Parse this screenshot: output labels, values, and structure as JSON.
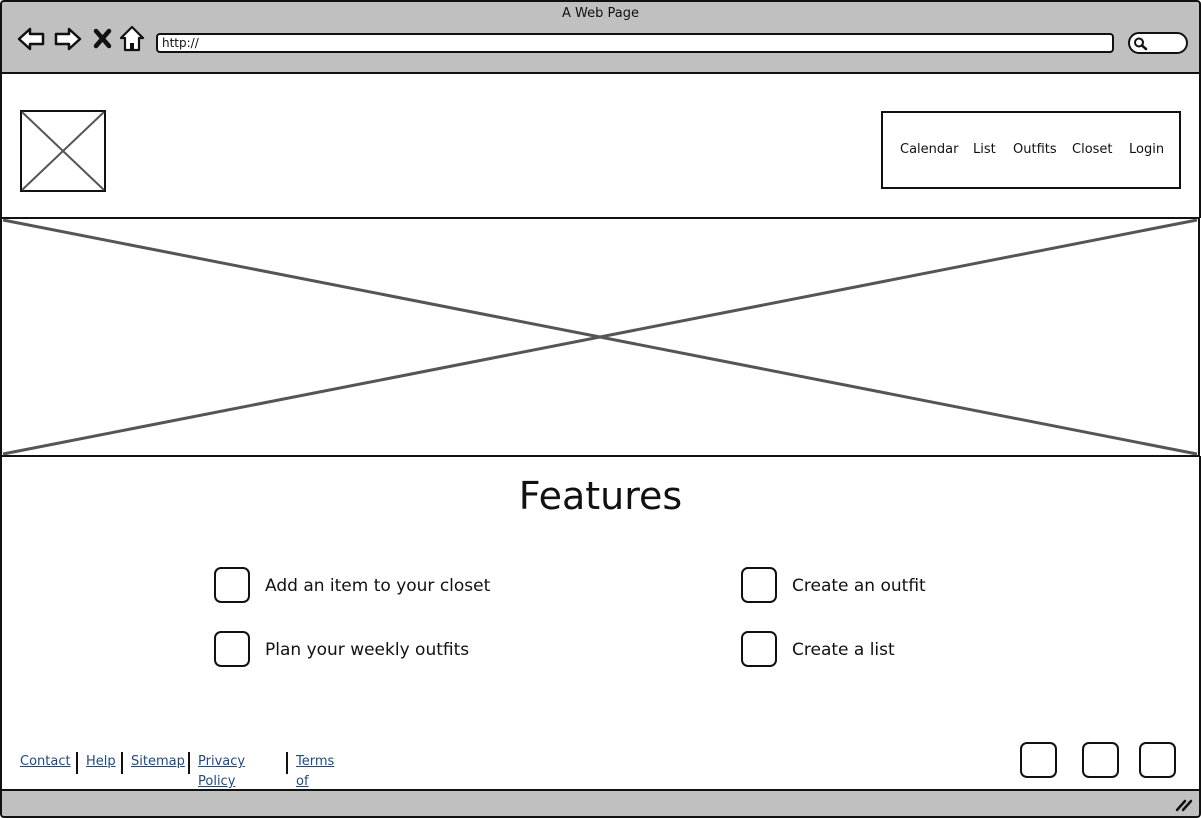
{
  "window": {
    "title": "A Web Page"
  },
  "address_bar": {
    "value": "http://"
  },
  "nav": {
    "items": [
      {
        "label": "Calendar"
      },
      {
        "label": "List"
      },
      {
        "label": "Outfits"
      },
      {
        "label": "Closet"
      },
      {
        "label": "Login"
      }
    ]
  },
  "features": {
    "title": "Features",
    "items": [
      {
        "label": "Add an item to your closet"
      },
      {
        "label": "Create an outfit"
      },
      {
        "label": "Plan your weekly outfits"
      },
      {
        "label": "Create a list"
      }
    ]
  },
  "footer": {
    "links": [
      {
        "label": "Contact"
      },
      {
        "label": "Help"
      },
      {
        "label": "Sitemap"
      },
      {
        "label": "Privacy Policy"
      },
      {
        "label": "Terms of Use"
      }
    ],
    "link_color": "#1a4a8a"
  },
  "icons": {
    "back": "back-arrow-icon",
    "forward": "forward-arrow-icon",
    "stop": "close-icon",
    "home": "home-icon",
    "search": "search-icon",
    "resize": "resize-grip-icon"
  },
  "colors": {
    "chrome": "#c0c0c0",
    "border": "#111111"
  }
}
